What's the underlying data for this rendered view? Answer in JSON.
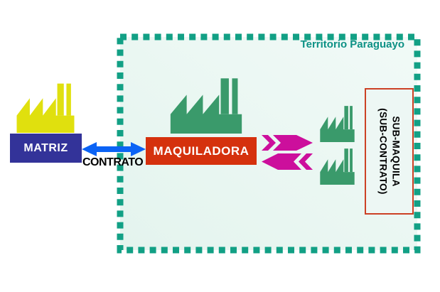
{
  "territory": {
    "label": "Territorio Paraguayo",
    "border_color": "#12a085",
    "background_color": "#e9f6f1",
    "label_color": "#0d9185"
  },
  "matriz": {
    "label": "MATRIZ",
    "box_color": "#333399",
    "text_color": "#ffffff",
    "factory_color": "#e0e00e"
  },
  "contract": {
    "label": "CONTRATO",
    "arrow_color": "#0b63f5",
    "text_color": "#000000"
  },
  "maquiladora": {
    "label": "MAQUILADORA",
    "box_color": "#d5310d",
    "text_color": "#ffffff",
    "factory_color": "#3a9a6b"
  },
  "flow": {
    "arrow_right_color": "#cc0f9c",
    "arrow_left_color": "#cc0f9c"
  },
  "submaquila": {
    "line1": "SUB-MAQUILA",
    "line2": "(SUB-CONTRATO)",
    "border_color": "#cc4125",
    "background_color": "#edf7f4",
    "text_color": "#000000",
    "factory_color": "#3a9a6b"
  },
  "icons": {
    "factory": "factory-icon",
    "double_arrow": "double-headed-arrow-icon",
    "arrow_right": "chevron-arrow-right-icon",
    "arrow_left": "chevron-arrow-left-icon"
  }
}
